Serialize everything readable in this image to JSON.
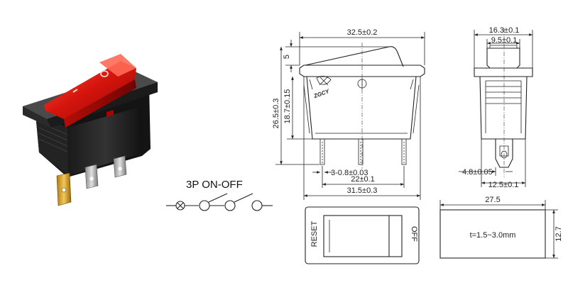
{
  "circuit": {
    "title": "3P  ON-OFF"
  },
  "front_view": {
    "brand": "ZGCY",
    "dims": {
      "width_top": "32.5±0.2",
      "top_cap": "5",
      "total_height": "26.5±0.3",
      "body_height": "18.7±0.15",
      "terminal": "3-0.8±0.03",
      "terminal_span": "22±0.1",
      "base_width": "31.5±0.3"
    }
  },
  "side_view": {
    "dims": {
      "top_width": "16.3±0.1",
      "cap_width": "9.5±0.1",
      "tab_offset": "4.8±0.05",
      "base_width": "12.5±0.1"
    }
  },
  "panel_view": {
    "left_label": "RESET",
    "right_label": "OFF"
  },
  "cutout_view": {
    "width": "27.5",
    "height": "12.7",
    "thickness": "t=1.5~3.0mm"
  }
}
